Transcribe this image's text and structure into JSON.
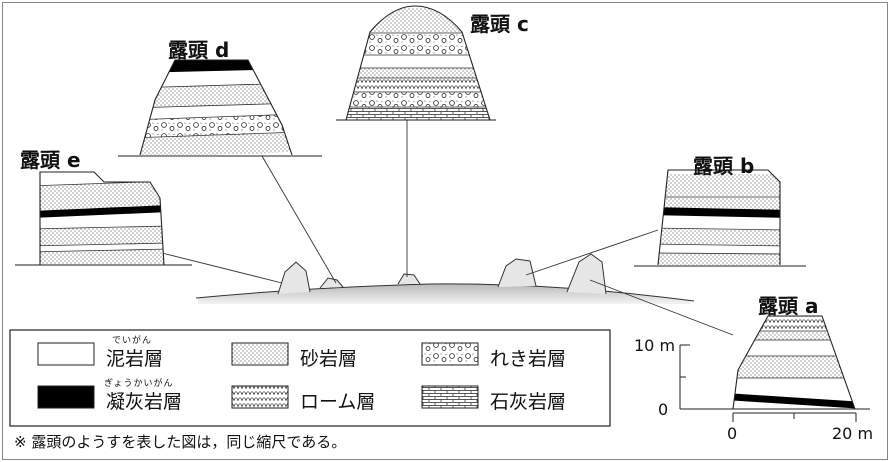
{
  "outcrops": {
    "a": "露頭 a",
    "b": "露頭 b",
    "c": "露頭 c",
    "d": "露頭 d",
    "e": "露頭 e"
  },
  "legend": {
    "mudstone": "泥岩層",
    "mudstone_ruby": "でいがん",
    "sandstone": "砂岩層",
    "conglomerate": "れき岩層",
    "tuff": "凝灰岩層",
    "tuff_ruby": "ぎょうかいがん",
    "loam": "ローム層",
    "limestone": "石灰岩層"
  },
  "scale": {
    "v_top": "10 m",
    "v_bottom": "0",
    "h_left": "0",
    "h_right": "20 m"
  },
  "note": "※ 露頭のようすを表した図は，同じ縮尺である。"
}
